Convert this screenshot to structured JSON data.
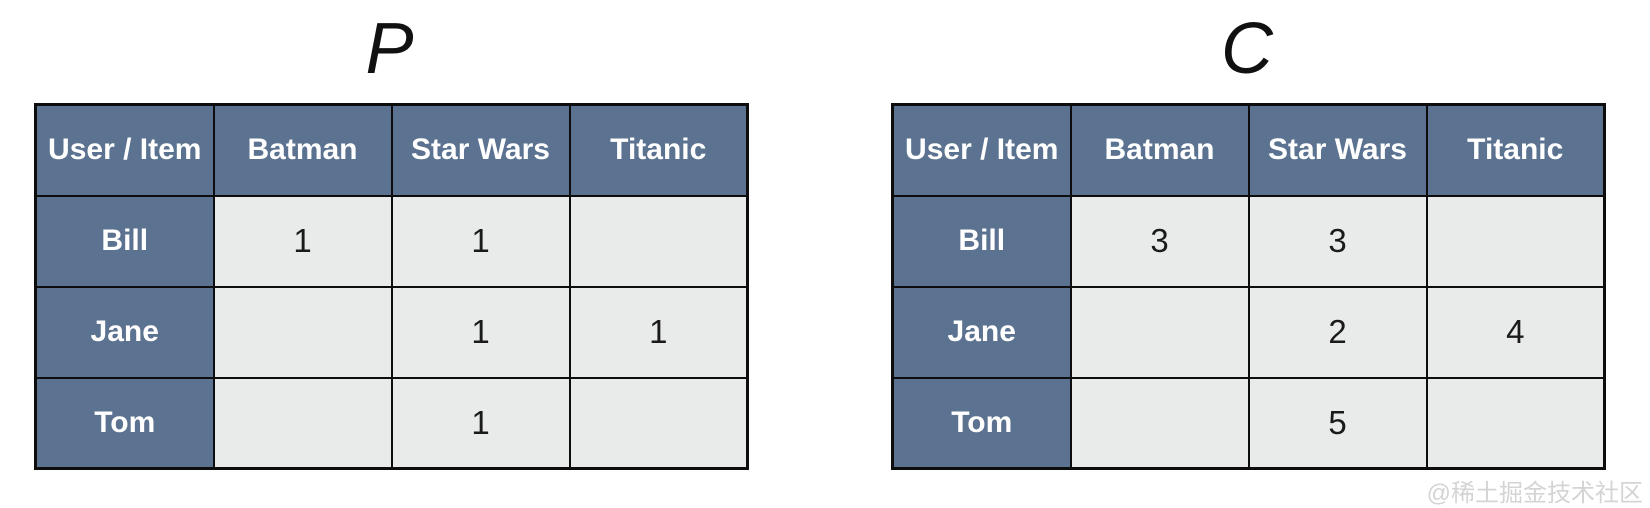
{
  "chart_data": [
    {
      "type": "table",
      "title": "P",
      "columns": [
        "User / Item",
        "Batman",
        "Star Wars",
        "Titanic"
      ],
      "rows": [
        {
          "label": "Bill",
          "values": [
            "1",
            "1",
            ""
          ]
        },
        {
          "label": "Jane",
          "values": [
            "",
            "1",
            "1"
          ]
        },
        {
          "label": "Tom",
          "values": [
            "",
            "1",
            ""
          ]
        }
      ]
    },
    {
      "type": "table",
      "title": "C",
      "columns": [
        "User / Item",
        "Batman",
        "Star Wars",
        "Titanic"
      ],
      "rows": [
        {
          "label": "Bill",
          "values": [
            "3",
            "3",
            ""
          ]
        },
        {
          "label": "Jane",
          "values": [
            "",
            "2",
            "4"
          ]
        },
        {
          "label": "Tom",
          "values": [
            "",
            "5",
            ""
          ]
        }
      ]
    }
  ],
  "watermark": "@稀土掘金技术社区",
  "colors": {
    "header_bg": "#5b7390",
    "cell_bg": "#e9eaea",
    "border": "#0d0d0d",
    "header_text": "#ffffff",
    "cell_text": "#1a1a1a",
    "watermark_text": "#d4d4d4",
    "background": "#ffffff"
  }
}
